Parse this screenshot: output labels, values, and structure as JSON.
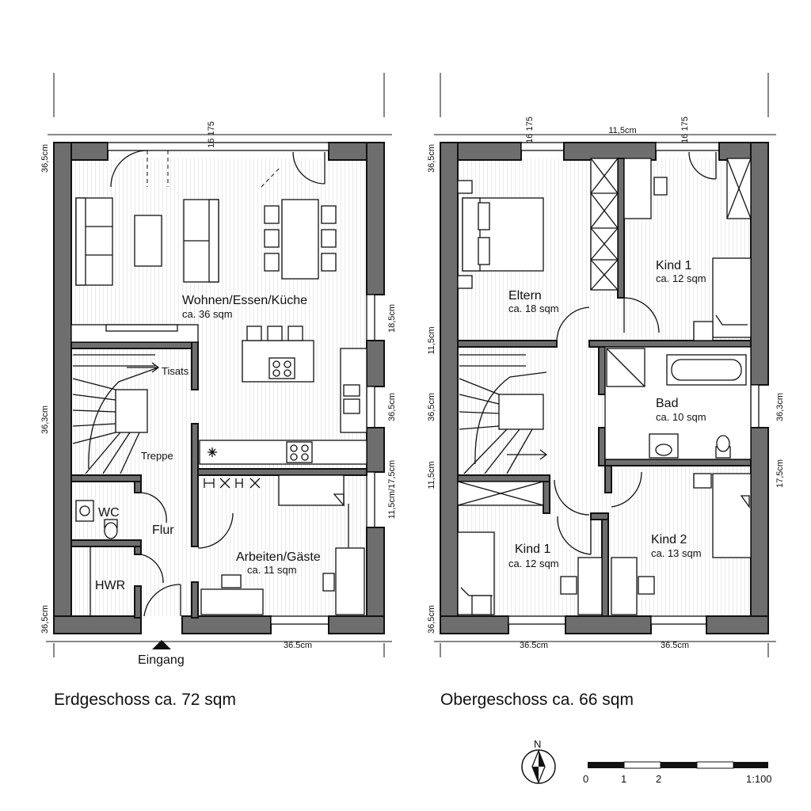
{
  "ground_floor": {
    "caption": "Erdgeschoss ca. 72 sqm",
    "entrance": "Eingang",
    "rooms": {
      "living": {
        "name": "Wohnen/Essen/Küche",
        "area": "ca. 36 sqm"
      },
      "stairs_label": "Treppe",
      "stairs_arrow_label": "Tisats",
      "wc": "WC",
      "hallway": "Flur",
      "utility": "HWR",
      "office": {
        "name": "Arbeiten/Gäste",
        "area": "ca. 11 sqm"
      }
    },
    "dims": {
      "top": "16 175",
      "left_top": "36,5cm",
      "left_mid": "36,3cm",
      "left_bottom": "36,5cm",
      "right_1": "18,5cm",
      "right_2": "36,5cm",
      "right_3": "11,5cm/17,5cm",
      "bottom": "36.5cm"
    }
  },
  "upper_floor": {
    "caption": "Obergeschoss ca. 66 sqm",
    "rooms": {
      "parents": {
        "name": "Eltern",
        "area": "ca. 18 sqm"
      },
      "kid1_top": {
        "name": "Kind 1",
        "area": "ca. 12 sqm"
      },
      "bath": {
        "name": "Bad",
        "area": "ca. 10 sqm"
      },
      "kid1_bottom": {
        "name": "Kind 1",
        "area": "ca. 12 sqm"
      },
      "kid2": {
        "name": "Kind 2",
        "area": "ca. 13 sqm"
      }
    },
    "dims": {
      "top_left": "16 175",
      "top_mid": "11,5cm",
      "top_right": "16 175",
      "left_top": "36,5cm",
      "left_1": "11,5cm",
      "left_2": "36,5cm",
      "left_3": "11,5cm",
      "left_bottom": "36,5cm",
      "right_1": "36,3cm",
      "right_2": "17,5cm",
      "bottom_left": "36.5cm",
      "bottom_right": "36.5cm"
    }
  },
  "north_label": "N",
  "scale_bar": {
    "ticks": [
      "0",
      "1",
      "2"
    ],
    "ratio": "1:100"
  },
  "colors": {
    "wall": "#6e6e6e",
    "line": "#111111",
    "background": "#ffffff"
  }
}
